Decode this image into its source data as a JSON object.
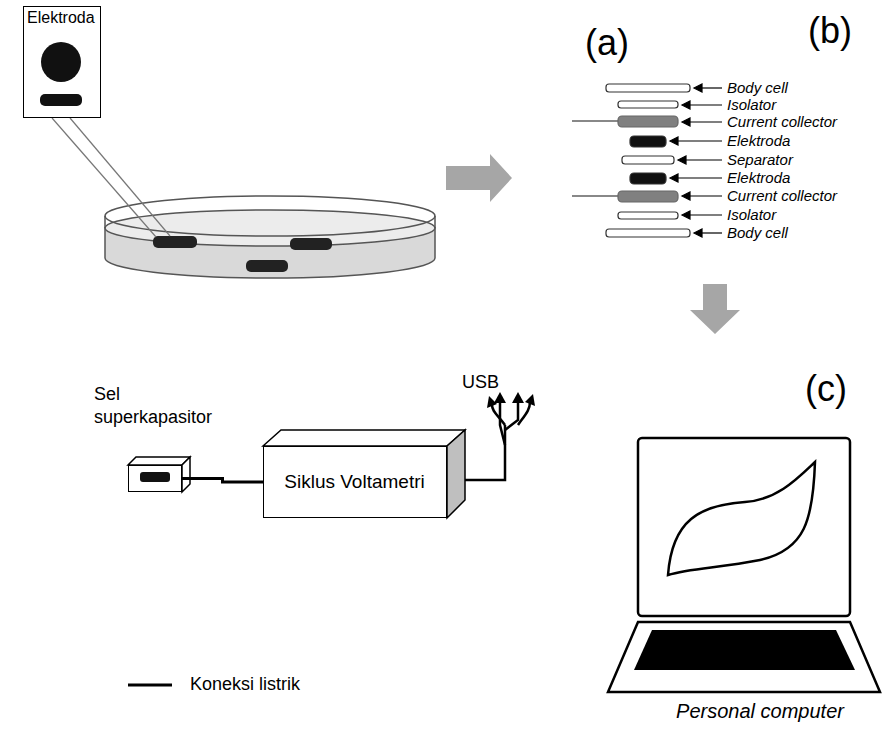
{
  "diagram": {
    "nodes": [
      {
        "text": [
          "Elektroda"
        ]
      },
      {
        "text": [
          "Sel superkapasitor"
        ]
      },
      {
        "text": [
          "Siklus Voltametri"
        ]
      }
    ],
    "edges": [
      {
        "from": 1,
        "to": 2,
        "arrow": "none"
      }
    ],
    "labels": [
      "(a)",
      "(b)",
      "(c)",
      "Body cell",
      "Isolator",
      "Current collector",
      "Elektroda",
      "Separator",
      "Elektroda",
      "Current collector",
      "Isolator",
      "Body cell",
      "USB",
      "Personal computer"
    ],
    "legend": [
      {
        "text": "Koneksi listrik"
      }
    ]
  }
}
